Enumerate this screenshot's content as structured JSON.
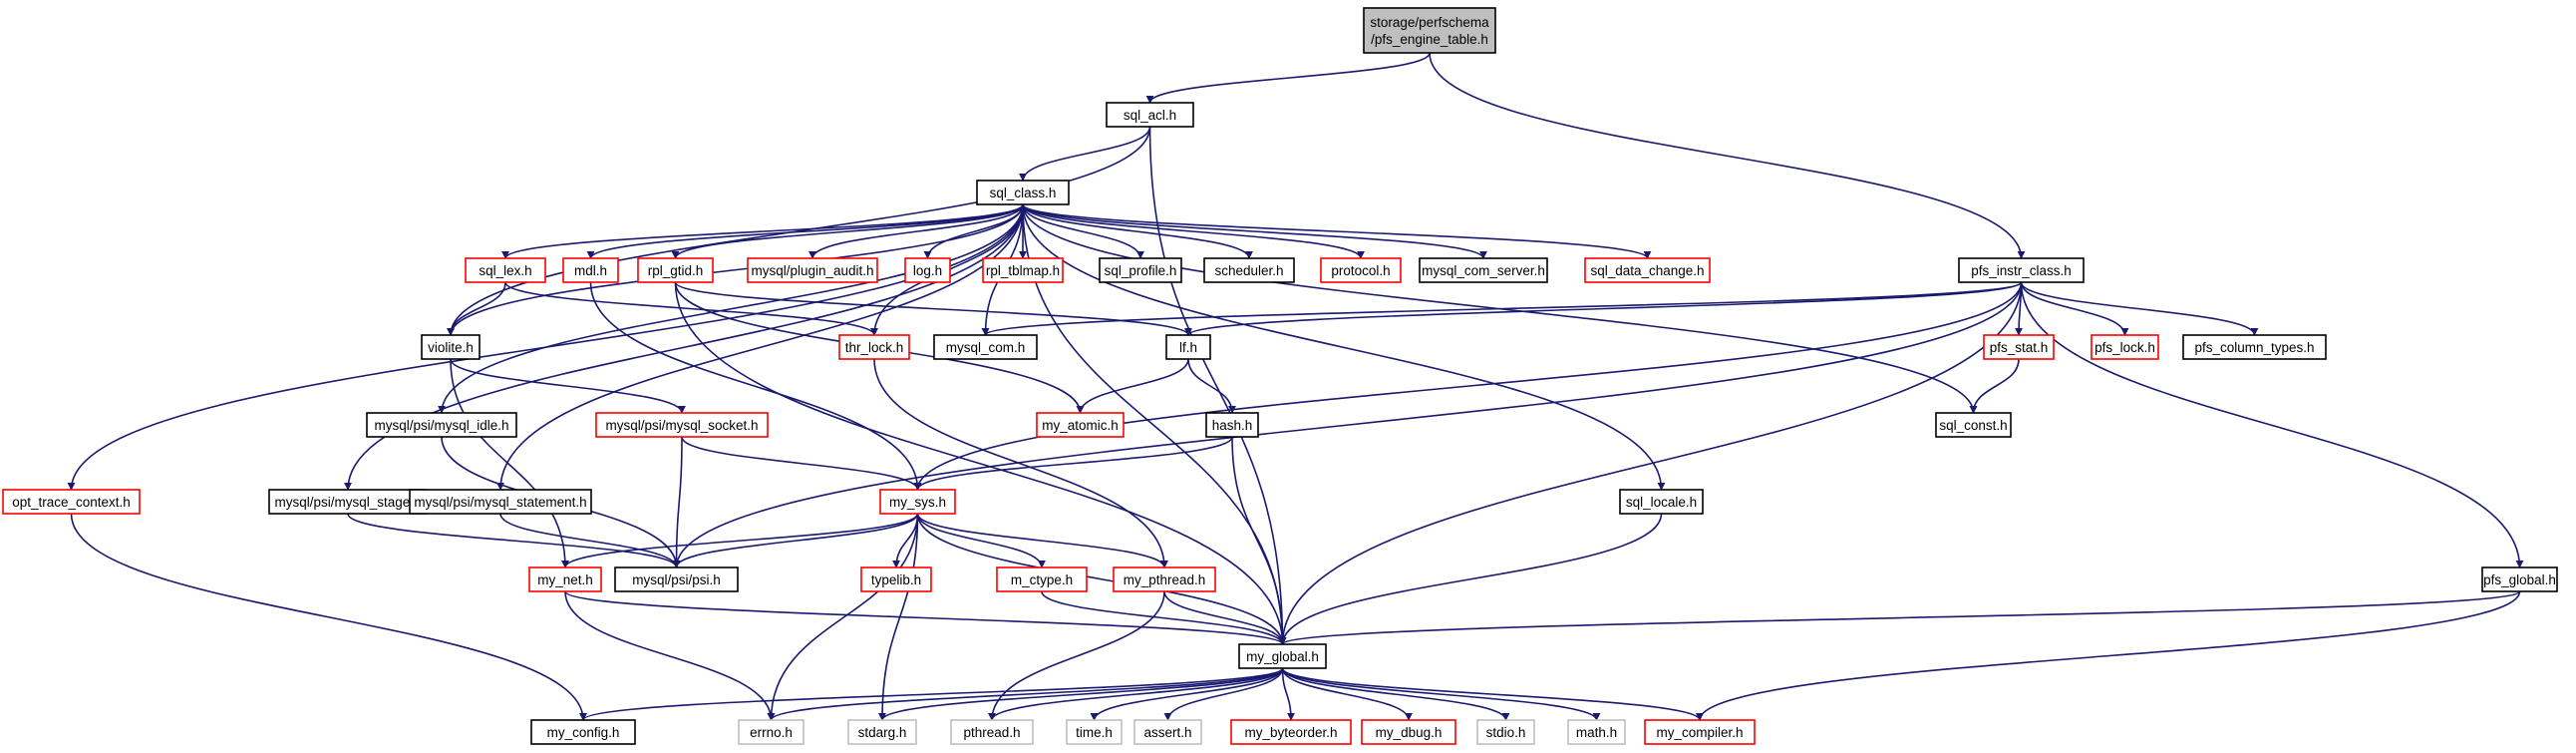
{
  "colors": {
    "edge": "#191970",
    "border_black": "#000000",
    "border_red": "#ff0000",
    "border_gray": "#bfbfbf",
    "root_fill": "#bfbfbf",
    "fill": "#ffffff"
  },
  "nodes": [
    {
      "id": "root",
      "lines": [
        "storage/perfschema",
        "/pfs_engine_table.h"
      ],
      "style": "root"
    },
    {
      "id": "sql_acl",
      "lines": [
        "sql_acl.h"
      ],
      "style": "black"
    },
    {
      "id": "sql_class",
      "lines": [
        "sql_class.h"
      ],
      "style": "black"
    },
    {
      "id": "pfs_instr_class",
      "lines": [
        "pfs_instr_class.h"
      ],
      "style": "black"
    },
    {
      "id": "sql_lex",
      "lines": [
        "sql_lex.h"
      ],
      "style": "red"
    },
    {
      "id": "mdl",
      "lines": [
        "mdl.h"
      ],
      "style": "red"
    },
    {
      "id": "rpl_gtid",
      "lines": [
        "rpl_gtid.h"
      ],
      "style": "red"
    },
    {
      "id": "plugin_audit",
      "lines": [
        "mysql/plugin_audit.h"
      ],
      "style": "red"
    },
    {
      "id": "log",
      "lines": [
        "log.h"
      ],
      "style": "red"
    },
    {
      "id": "rpl_tblmap",
      "lines": [
        "rpl_tblmap.h"
      ],
      "style": "red"
    },
    {
      "id": "sql_profile",
      "lines": [
        "sql_profile.h"
      ],
      "style": "black"
    },
    {
      "id": "scheduler",
      "lines": [
        "scheduler.h"
      ],
      "style": "black"
    },
    {
      "id": "protocol",
      "lines": [
        "protocol.h"
      ],
      "style": "red"
    },
    {
      "id": "mysql_com_server",
      "lines": [
        "mysql_com_server.h"
      ],
      "style": "black"
    },
    {
      "id": "sql_data_change",
      "lines": [
        "sql_data_change.h"
      ],
      "style": "red"
    },
    {
      "id": "violite",
      "lines": [
        "violite.h"
      ],
      "style": "black"
    },
    {
      "id": "thr_lock",
      "lines": [
        "thr_lock.h"
      ],
      "style": "red"
    },
    {
      "id": "mysql_com",
      "lines": [
        "mysql_com.h"
      ],
      "style": "black"
    },
    {
      "id": "lf",
      "lines": [
        "lf.h"
      ],
      "style": "black"
    },
    {
      "id": "pfs_stat",
      "lines": [
        "pfs_stat.h"
      ],
      "style": "red"
    },
    {
      "id": "pfs_lock",
      "lines": [
        "pfs_lock.h"
      ],
      "style": "red"
    },
    {
      "id": "pfs_column_types",
      "lines": [
        "pfs_column_types.h"
      ],
      "style": "black"
    },
    {
      "id": "psi_mysql_idle",
      "lines": [
        "mysql/psi/mysql_idle.h"
      ],
      "style": "black"
    },
    {
      "id": "psi_mysql_socket",
      "lines": [
        "mysql/psi/mysql_socket.h"
      ],
      "style": "red"
    },
    {
      "id": "my_atomic",
      "lines": [
        "my_atomic.h"
      ],
      "style": "red"
    },
    {
      "id": "hash",
      "lines": [
        "hash.h"
      ],
      "style": "black"
    },
    {
      "id": "sql_const",
      "lines": [
        "sql_const.h"
      ],
      "style": "black"
    },
    {
      "id": "opt_trace_context",
      "lines": [
        "opt_trace_context.h"
      ],
      "style": "red"
    },
    {
      "id": "psi_mysql_stage",
      "lines": [
        "mysql/psi/mysql_stage.h"
      ],
      "style": "black"
    },
    {
      "id": "psi_mysql_statement",
      "lines": [
        "mysql/psi/mysql_statement.h"
      ],
      "style": "black"
    },
    {
      "id": "my_sys",
      "lines": [
        "my_sys.h"
      ],
      "style": "red"
    },
    {
      "id": "sql_locale",
      "lines": [
        "sql_locale.h"
      ],
      "style": "black"
    },
    {
      "id": "my_net",
      "lines": [
        "my_net.h"
      ],
      "style": "red"
    },
    {
      "id": "psi_psi",
      "lines": [
        "mysql/psi/psi.h"
      ],
      "style": "black"
    },
    {
      "id": "typelib",
      "lines": [
        "typelib.h"
      ],
      "style": "red"
    },
    {
      "id": "m_ctype",
      "lines": [
        "m_ctype.h"
      ],
      "style": "red"
    },
    {
      "id": "my_pthread",
      "lines": [
        "my_pthread.h"
      ],
      "style": "red"
    },
    {
      "id": "pfs_global",
      "lines": [
        "pfs_global.h"
      ],
      "style": "black"
    },
    {
      "id": "my_global",
      "lines": [
        "my_global.h"
      ],
      "style": "black"
    },
    {
      "id": "my_config",
      "lines": [
        "my_config.h"
      ],
      "style": "black"
    },
    {
      "id": "errno",
      "lines": [
        "errno.h"
      ],
      "style": "gray"
    },
    {
      "id": "stdarg",
      "lines": [
        "stdarg.h"
      ],
      "style": "gray"
    },
    {
      "id": "pthread",
      "lines": [
        "pthread.h"
      ],
      "style": "gray"
    },
    {
      "id": "time",
      "lines": [
        "time.h"
      ],
      "style": "gray"
    },
    {
      "id": "assert",
      "lines": [
        "assert.h"
      ],
      "style": "gray"
    },
    {
      "id": "my_byteorder",
      "lines": [
        "my_byteorder.h"
      ],
      "style": "red"
    },
    {
      "id": "my_dbug",
      "lines": [
        "my_dbug.h"
      ],
      "style": "red"
    },
    {
      "id": "stdio",
      "lines": [
        "stdio.h"
      ],
      "style": "gray"
    },
    {
      "id": "math",
      "lines": [
        "math.h"
      ],
      "style": "gray"
    },
    {
      "id": "my_compiler",
      "lines": [
        "my_compiler.h"
      ],
      "style": "red"
    }
  ],
  "edges": [
    [
      "root",
      "sql_acl"
    ],
    [
      "root",
      "pfs_instr_class"
    ],
    [
      "sql_acl",
      "sql_class"
    ],
    [
      "sql_acl",
      "violite"
    ],
    [
      "sql_acl",
      "my_global"
    ],
    [
      "sql_class",
      "sql_lex"
    ],
    [
      "sql_class",
      "mdl"
    ],
    [
      "sql_class",
      "rpl_gtid"
    ],
    [
      "sql_class",
      "plugin_audit"
    ],
    [
      "sql_class",
      "log"
    ],
    [
      "sql_class",
      "rpl_tblmap"
    ],
    [
      "sql_class",
      "sql_profile"
    ],
    [
      "sql_class",
      "scheduler"
    ],
    [
      "sql_class",
      "protocol"
    ],
    [
      "sql_class",
      "mysql_com_server"
    ],
    [
      "sql_class",
      "sql_data_change"
    ],
    [
      "sql_class",
      "violite"
    ],
    [
      "sql_class",
      "thr_lock"
    ],
    [
      "sql_class",
      "mysql_com"
    ],
    [
      "sql_class",
      "sql_const"
    ],
    [
      "sql_class",
      "sql_locale"
    ],
    [
      "sql_class",
      "my_global"
    ],
    [
      "sql_class",
      "opt_trace_context"
    ],
    [
      "sql_class",
      "psi_mysql_stage"
    ],
    [
      "sql_class",
      "psi_mysql_statement"
    ],
    [
      "sql_class",
      "psi_mysql_idle"
    ],
    [
      "sql_lex",
      "violite"
    ],
    [
      "sql_lex",
      "thr_lock"
    ],
    [
      "mdl",
      "my_sys"
    ],
    [
      "rpl_gtid",
      "my_atomic"
    ],
    [
      "rpl_gtid",
      "my_global"
    ],
    [
      "rpl_gtid",
      "lf"
    ],
    [
      "pfs_instr_class",
      "lf"
    ],
    [
      "pfs_instr_class",
      "mysql_com"
    ],
    [
      "pfs_instr_class",
      "pfs_stat"
    ],
    [
      "pfs_instr_class",
      "pfs_lock"
    ],
    [
      "pfs_instr_class",
      "pfs_column_types"
    ],
    [
      "pfs_instr_class",
      "pfs_global"
    ],
    [
      "pfs_instr_class",
      "my_sys"
    ],
    [
      "pfs_instr_class",
      "my_global"
    ],
    [
      "pfs_instr_class",
      "psi_psi"
    ],
    [
      "violite",
      "psi_mysql_socket"
    ],
    [
      "violite",
      "my_net"
    ],
    [
      "thr_lock",
      "my_pthread"
    ],
    [
      "lf",
      "my_atomic"
    ],
    [
      "lf",
      "hash"
    ],
    [
      "pfs_stat",
      "sql_const"
    ],
    [
      "psi_mysql_idle",
      "psi_psi"
    ],
    [
      "psi_mysql_socket",
      "psi_psi"
    ],
    [
      "psi_mysql_socket",
      "my_sys"
    ],
    [
      "hash",
      "my_sys"
    ],
    [
      "hash",
      "my_global"
    ],
    [
      "opt_trace_context",
      "my_config"
    ],
    [
      "psi_mysql_stage",
      "psi_psi"
    ],
    [
      "psi_mysql_statement",
      "psi_psi"
    ],
    [
      "my_sys",
      "psi_psi"
    ],
    [
      "my_sys",
      "typelib"
    ],
    [
      "my_sys",
      "m_ctype"
    ],
    [
      "my_sys",
      "my_pthread"
    ],
    [
      "my_sys",
      "my_global"
    ],
    [
      "my_sys",
      "errno"
    ],
    [
      "my_sys",
      "stdarg"
    ],
    [
      "my_sys",
      "my_net"
    ],
    [
      "sql_locale",
      "my_global"
    ],
    [
      "my_net",
      "my_global"
    ],
    [
      "my_net",
      "errno"
    ],
    [
      "m_ctype",
      "my_global"
    ],
    [
      "my_pthread",
      "my_global"
    ],
    [
      "my_pthread",
      "pthread"
    ],
    [
      "pfs_global",
      "my_global"
    ],
    [
      "pfs_global",
      "my_compiler"
    ],
    [
      "my_global",
      "my_config"
    ],
    [
      "my_global",
      "errno"
    ],
    [
      "my_global",
      "stdarg"
    ],
    [
      "my_global",
      "pthread"
    ],
    [
      "my_global",
      "time"
    ],
    [
      "my_global",
      "assert"
    ],
    [
      "my_global",
      "my_byteorder"
    ],
    [
      "my_global",
      "my_dbug"
    ],
    [
      "my_global",
      "stdio"
    ],
    [
      "my_global",
      "math"
    ],
    [
      "my_global",
      "my_compiler"
    ]
  ]
}
